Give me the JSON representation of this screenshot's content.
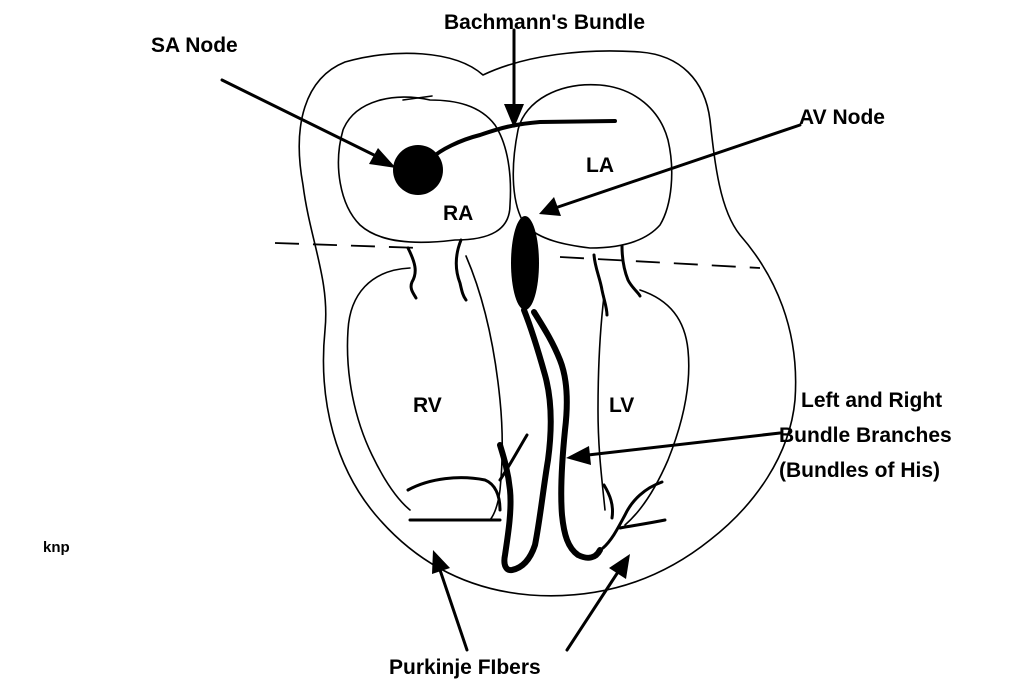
{
  "labels": {
    "sa_node": "SA Node",
    "bachmanns_bundle": "Bachmann's Bundle",
    "av_node": "AV Node",
    "ra": "RA",
    "la": "LA",
    "rv": "RV",
    "lv": "LV",
    "bundle_branches_line1": "Left and Right",
    "bundle_branches_line2": "Bundle Branches",
    "bundle_branches_line3": "(Bundles of His)",
    "purkinje": "Purkinje FIbers",
    "author": "knp"
  }
}
